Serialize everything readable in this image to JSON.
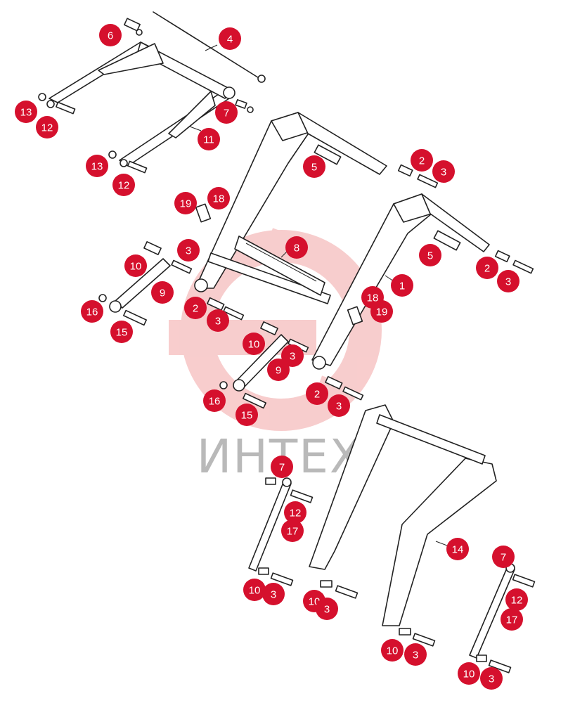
{
  "watermark": {
    "text": "ИНТЕХ",
    "logo_color": "#f7c8c8",
    "text_color": "#b9b9b9"
  },
  "callout_color": "#d5102d",
  "callouts": [
    {
      "label": "6"
    },
    {
      "label": "4"
    },
    {
      "label": "13"
    },
    {
      "label": "12"
    },
    {
      "label": "7"
    },
    {
      "label": "11"
    },
    {
      "label": "13"
    },
    {
      "label": "12"
    },
    {
      "label": "5"
    },
    {
      "label": "2"
    },
    {
      "label": "3"
    },
    {
      "label": "19"
    },
    {
      "label": "18"
    },
    {
      "label": "8"
    },
    {
      "label": "3"
    },
    {
      "label": "10"
    },
    {
      "label": "5"
    },
    {
      "label": "9"
    },
    {
      "label": "2"
    },
    {
      "label": "3"
    },
    {
      "label": "1"
    },
    {
      "label": "2"
    },
    {
      "label": "3"
    },
    {
      "label": "16"
    },
    {
      "label": "15"
    },
    {
      "label": "18"
    },
    {
      "label": "19"
    },
    {
      "label": "10"
    },
    {
      "label": "3"
    },
    {
      "label": "9"
    },
    {
      "label": "2"
    },
    {
      "label": "3"
    },
    {
      "label": "16"
    },
    {
      "label": "15"
    },
    {
      "label": "7"
    },
    {
      "label": "12"
    },
    {
      "label": "17"
    },
    {
      "label": "14"
    },
    {
      "label": "7"
    },
    {
      "label": "10"
    },
    {
      "label": "3"
    },
    {
      "label": "10"
    },
    {
      "label": "3"
    },
    {
      "label": "12"
    },
    {
      "label": "17"
    },
    {
      "label": "10"
    },
    {
      "label": "3"
    },
    {
      "label": "10"
    },
    {
      "label": "3"
    }
  ]
}
